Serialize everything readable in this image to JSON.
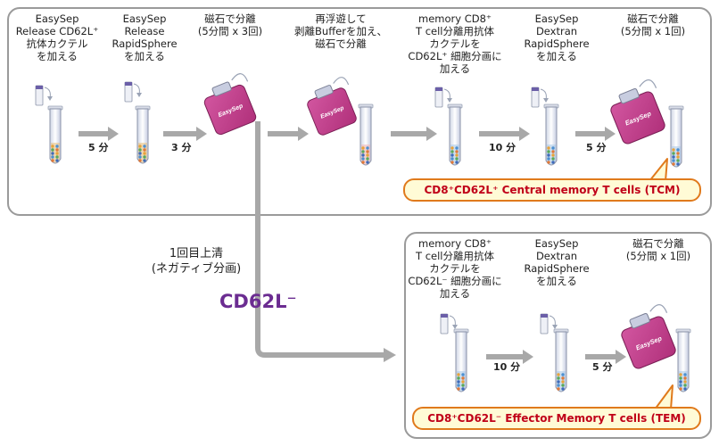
{
  "top_row": {
    "labels": [
      [
        "EasySep",
        "Release CD62L⁺",
        "抗体カクテル",
        "を加える"
      ],
      [
        "EasySep",
        "Release",
        "RapidSphere",
        "を加える"
      ],
      [
        "磁石で分離",
        "(5分間 x 3回)"
      ],
      [
        "再浮遊して",
        "剥離Bufferを加え、",
        "磁石で分離"
      ],
      [
        "memory CD8⁺",
        "T cell分離用抗体",
        "カクテルを",
        "CD62L⁺ 細胞分画に",
        "加える"
      ],
      [
        "EasySep",
        "Dextran",
        "RapidSphere",
        "を加える"
      ],
      [
        "磁石で分離",
        "(5分間 x 1回)"
      ]
    ],
    "steps": [
      "5 分",
      "3 分",
      "10 分",
      "5 分"
    ],
    "result": "CD8⁺CD62L⁺ Central memory T cells (TCM)"
  },
  "bottom_row": {
    "labels": [
      [
        "memory CD8⁺",
        "T cell分離用抗体",
        "カクテルを",
        "CD62L⁻ 細胞分画に",
        "加える"
      ],
      [
        "EasySep",
        "Dextran",
        "RapidSphere",
        "を加える"
      ],
      [
        "磁石で分離",
        "(5分間 x 1回)"
      ]
    ],
    "steps": [
      "10 分",
      "5 分"
    ],
    "result": "CD8⁺CD62L⁻ Effector Memory T cells (TEM)"
  },
  "supernatant": {
    "line1": "1回目上清",
    "line2": "(ネガティブ分画)",
    "fraction": "CD62L⁻"
  },
  "colors": {
    "magnet": "#b0307a",
    "arrow": "#a8a8a8",
    "fraction_text": "#6b2c91",
    "callout_border": "#e07a1c",
    "callout_fill": "#fffbd6",
    "callout_text": "#c00018"
  },
  "magnet_brand": "EasySep"
}
